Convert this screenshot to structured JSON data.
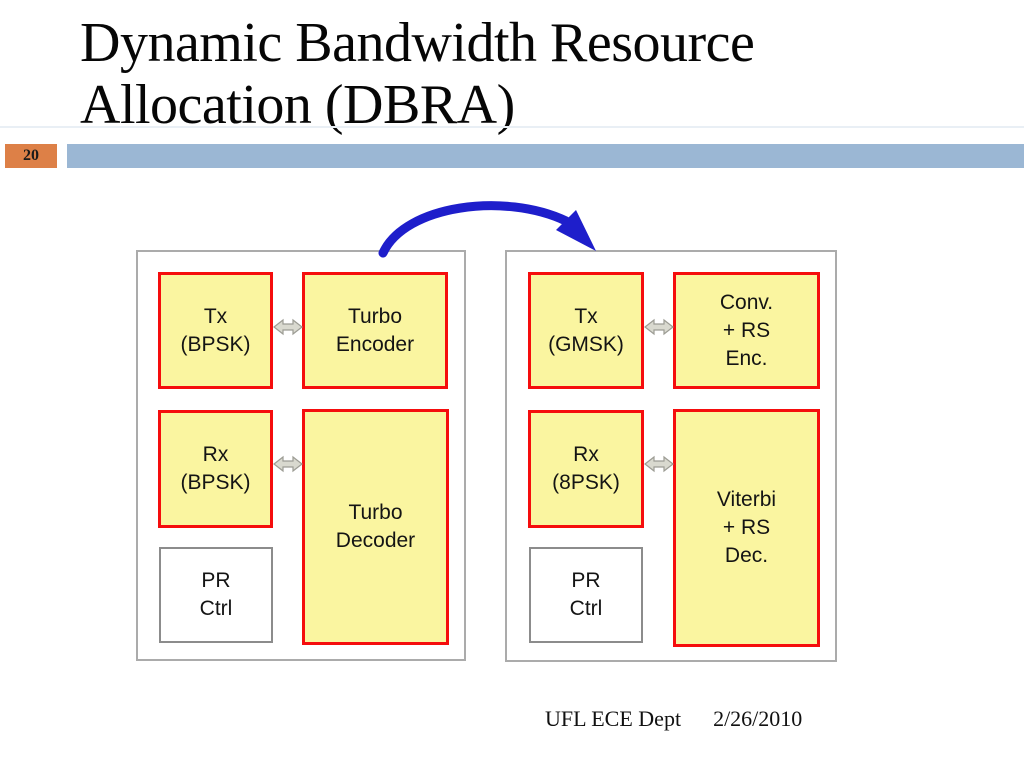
{
  "slide_number": "20",
  "title": "Dynamic Bandwidth Resource\nAllocation (DBRA)",
  "footer": {
    "department": "UFL ECE Dept",
    "date": "2/26/2010"
  },
  "diagrams": {
    "left": {
      "blocks": {
        "tx": "Tx\n(BPSK)",
        "encoder": "Turbo\nEncoder",
        "rx": "Rx\n(BPSK)",
        "decoder": "Turbo\nDecoder",
        "ctrl": "PR\nCtrl"
      }
    },
    "right": {
      "blocks": {
        "tx": "Tx\n(GMSK)",
        "encoder": "Conv.\n+ RS\nEnc.",
        "rx": "Rx\n(8PSK)",
        "decoder": "Viterbi\n+ RS\nDec.",
        "ctrl": "PR\nCtrl"
      }
    }
  },
  "icons": {
    "transition_arrow": "curved-right-arrow",
    "connector": "left-right-double-arrow"
  },
  "colors": {
    "badge_orange": "#dd8047",
    "bar_blue": "#9bb7d4",
    "faint_rule": "#e9eff5",
    "box_yellow": "#faf5a0",
    "box_border_red": "#f50d0d",
    "arrow_blue": "#1e1ecb",
    "connector_fill": "#d9d9cf",
    "connector_stroke": "#9c9c94"
  }
}
